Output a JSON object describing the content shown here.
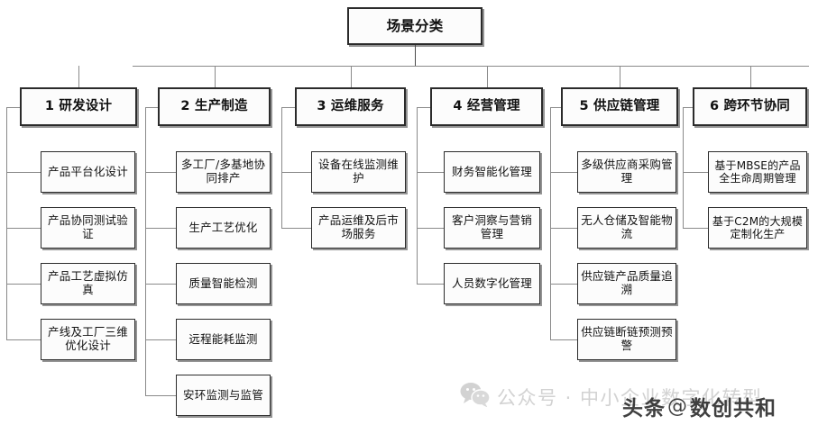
{
  "diagram": {
    "title": "场景分类",
    "root": {
      "label": "场景分类"
    },
    "columns": [
      {
        "id": "col-1",
        "header": "1 研发设计",
        "number": "1",
        "name": "研发设计",
        "items": [
          "产品平台化设计",
          "产品协同测试验证",
          "产品工艺虚拟仿真",
          "产线及工厂三维优化设计"
        ]
      },
      {
        "id": "col-2",
        "header": "2 生产制造",
        "number": "2",
        "name": "生产制造",
        "items": [
          "多工厂/多基地协同排产",
          "生产工艺优化",
          "质量智能检测",
          "远程能耗监测",
          "安环监测与监管"
        ]
      },
      {
        "id": "col-3",
        "header": "3 运维服务",
        "number": "3",
        "name": "运维服务",
        "items": [
          "设备在线监测维护",
          "产品运维及后市场服务"
        ]
      },
      {
        "id": "col-4",
        "header": "4 经营管理",
        "number": "4",
        "name": "经营管理",
        "items": [
          "财务智能化管理",
          "客户洞察与营销管理",
          "人员数字化管理"
        ]
      },
      {
        "id": "col-5",
        "header": "5 供应链管理",
        "number": "5",
        "name": "供应链管理",
        "items": [
          "多级供应商采购管理",
          "无人仓储及智能物流",
          "供应链产品质量追溯",
          "供应链断链预测预警"
        ]
      },
      {
        "id": "col-6",
        "header": "6 跨环节协同",
        "number": "6",
        "name": "跨环节协同",
        "items": [
          "基于MBSE的产品全生命周期管理",
          "基于C2M的大规模定制化生产"
        ]
      }
    ]
  },
  "watermarks": {
    "wechat": {
      "icon": "wechat-icon",
      "text": "公众号 · 中小企业数字化转型",
      "color": "#d2d2d2"
    },
    "toutiao": {
      "brand": "头条",
      "separator": "@",
      "account": "数创共和",
      "text": "头条 @数创共和",
      "color": "#2f2f2f"
    }
  },
  "colors": {
    "background": "#ffffff",
    "box_fill": "#fcfcfc",
    "box_border": "#2b2b2b",
    "connector": "#8a8a8a",
    "text": "#111111"
  }
}
